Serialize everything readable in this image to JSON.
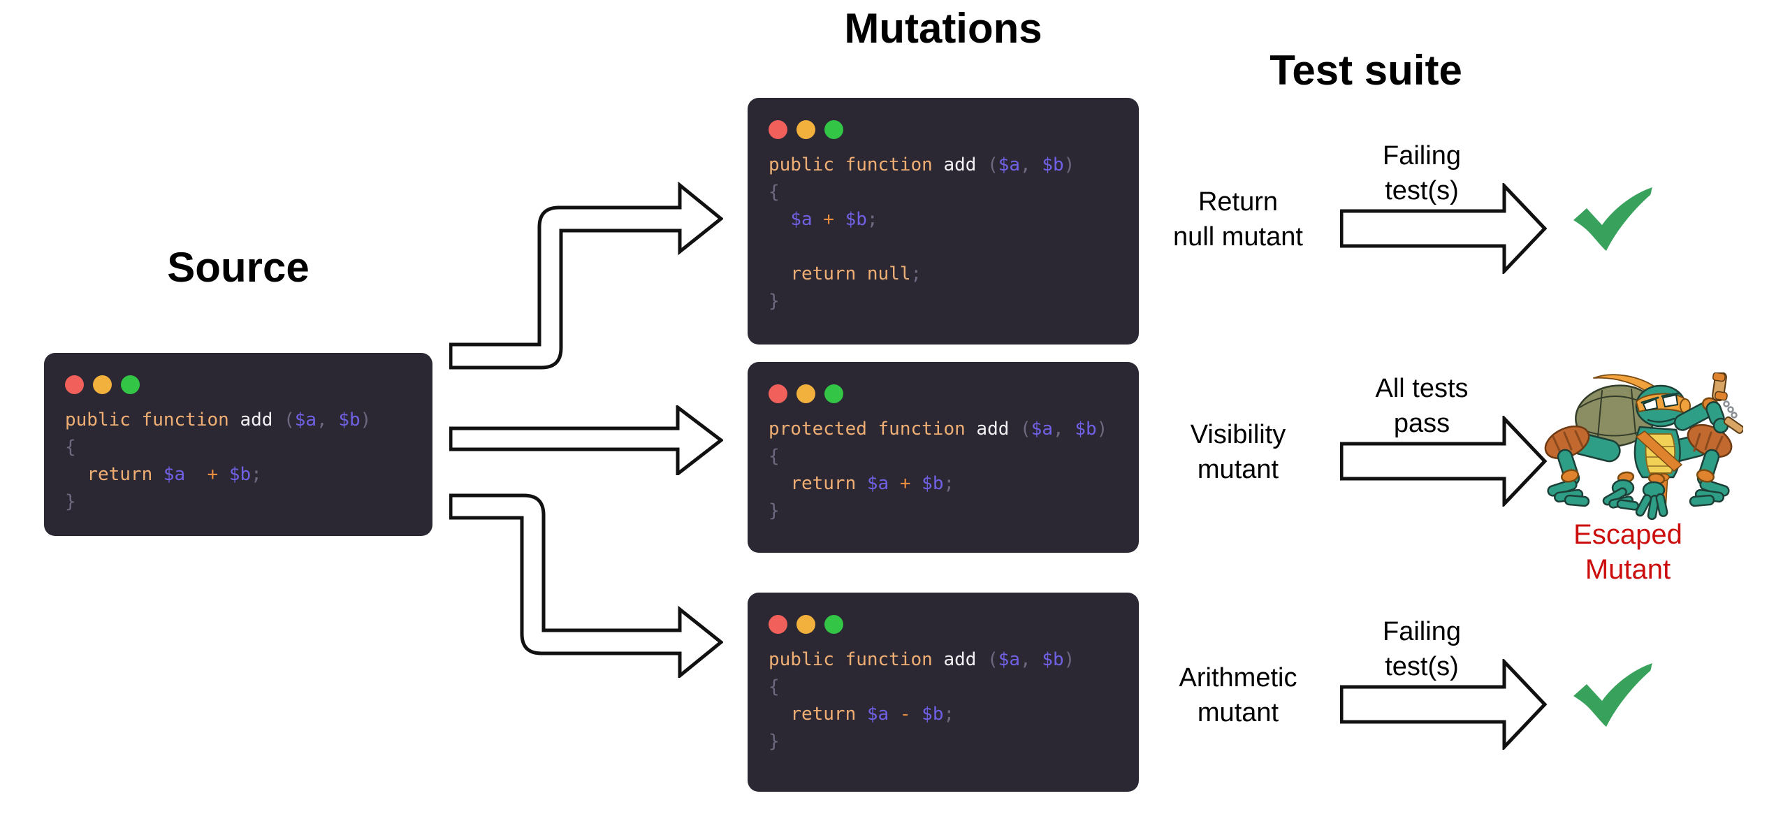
{
  "headings": {
    "source": "Source",
    "mutations": "Mutations",
    "test_suite": "Test suite"
  },
  "colors": {
    "window_bg": "#2b2833",
    "code_keyword": "#efae74",
    "code_plain": "#f2f1f4",
    "code_punct": "#6d6a80",
    "code_variable": "#7061e4",
    "code_operator": "#e98d3e",
    "dot_red": "#f2605c",
    "dot_yellow": "#f2b13d",
    "dot_green": "#32c546",
    "check_green": "#38a15c",
    "escaped_red": "#cc0d0d",
    "arrow_outline": "#111111"
  },
  "source_window": {
    "lines": [
      [
        [
          "kw",
          "public function "
        ],
        [
          "fn",
          "add "
        ],
        [
          "p",
          "("
        ],
        [
          "v",
          "$a"
        ],
        [
          "p",
          ", "
        ],
        [
          "v",
          "$b"
        ],
        [
          "p",
          ")"
        ]
      ],
      [
        [
          "p",
          "{"
        ]
      ],
      [
        [
          "p",
          "  "
        ],
        [
          "kw",
          "return "
        ],
        [
          "v",
          "$a"
        ],
        [
          "p",
          "  "
        ],
        [
          "op",
          "+"
        ],
        [
          "p",
          " "
        ],
        [
          "v",
          "$b"
        ],
        [
          "p",
          ";"
        ]
      ],
      [
        [
          "p",
          "}"
        ]
      ]
    ]
  },
  "mutation_windows": [
    {
      "mutant_type": "return-null",
      "lines": [
        [
          [
            "kw",
            "public function "
          ],
          [
            "fn",
            "add "
          ],
          [
            "p",
            "("
          ],
          [
            "v",
            "$a"
          ],
          [
            "p",
            ", "
          ],
          [
            "v",
            "$b"
          ],
          [
            "p",
            ")"
          ]
        ],
        [
          [
            "p",
            "{"
          ]
        ],
        [
          [
            "p",
            "  "
          ],
          [
            "v",
            "$a"
          ],
          [
            "p",
            " "
          ],
          [
            "op",
            "+"
          ],
          [
            "p",
            " "
          ],
          [
            "v",
            "$b"
          ],
          [
            "p",
            ";"
          ]
        ],
        [
          [
            "p",
            " "
          ]
        ],
        [
          [
            "p",
            "  "
          ],
          [
            "kw",
            "return null"
          ],
          [
            "p",
            ";"
          ]
        ],
        [
          [
            "p",
            "}"
          ]
        ]
      ]
    },
    {
      "mutant_type": "visibility",
      "lines": [
        [
          [
            "kw",
            "protected function "
          ],
          [
            "fn",
            "add "
          ],
          [
            "p",
            "("
          ],
          [
            "v",
            "$a"
          ],
          [
            "p",
            ", "
          ],
          [
            "v",
            "$b"
          ],
          [
            "p",
            ")"
          ]
        ],
        [
          [
            "p",
            "{"
          ]
        ],
        [
          [
            "p",
            "  "
          ],
          [
            "kw",
            "return "
          ],
          [
            "v",
            "$a"
          ],
          [
            "p",
            " "
          ],
          [
            "op",
            "+"
          ],
          [
            "p",
            " "
          ],
          [
            "v",
            "$b"
          ],
          [
            "p",
            ";"
          ]
        ],
        [
          [
            "p",
            "}"
          ]
        ]
      ]
    },
    {
      "mutant_type": "arithmetic",
      "lines": [
        [
          [
            "kw",
            "public function "
          ],
          [
            "fn",
            "add "
          ],
          [
            "p",
            "("
          ],
          [
            "v",
            "$a"
          ],
          [
            "p",
            ", "
          ],
          [
            "v",
            "$b"
          ],
          [
            "p",
            ")"
          ]
        ],
        [
          [
            "p",
            "{"
          ]
        ],
        [
          [
            "p",
            "  "
          ],
          [
            "kw",
            "return "
          ],
          [
            "v",
            "$a"
          ],
          [
            "p",
            " "
          ],
          [
            "op",
            "-"
          ],
          [
            "p",
            " "
          ],
          [
            "v",
            "$b"
          ],
          [
            "p",
            ";"
          ]
        ],
        [
          [
            "p",
            "}"
          ]
        ]
      ]
    }
  ],
  "test_rows": [
    {
      "mutant_line1": "Return",
      "mutant_line2": "null mutant",
      "caption_line1": "Failing",
      "caption_line2": "test(s)",
      "result": "killed-check"
    },
    {
      "mutant_line1": "Visibility",
      "mutant_line2": "mutant",
      "caption_line1": "All tests",
      "caption_line2": "pass",
      "result": "escaped-mutant",
      "escaped_line1": "Escaped",
      "escaped_line2": "Mutant"
    },
    {
      "mutant_line1": "Arithmetic",
      "mutant_line2": "mutant",
      "caption_line1": "Failing",
      "caption_line2": "test(s)",
      "result": "killed-check"
    }
  ]
}
